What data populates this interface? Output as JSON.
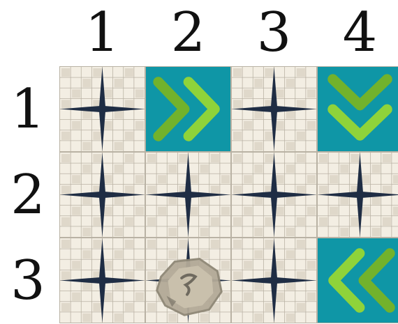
{
  "columns": [
    "1",
    "2",
    "3",
    "4"
  ],
  "rows": [
    "1",
    "2",
    "3"
  ],
  "colors": {
    "tile_base": "#f3eee3",
    "tile_check": "#d8d0c2",
    "tile_grid": "#b9b2a4",
    "star": "#1f2d44",
    "arrow_bg": "#0f96a6",
    "arrow_dark": "#72b22c",
    "arrow_light": "#8fd33a",
    "rock": "#b3aa98"
  },
  "grid": [
    [
      {
        "type": "floor"
      },
      {
        "type": "arrow",
        "direction": "right"
      },
      {
        "type": "floor"
      },
      {
        "type": "arrow",
        "direction": "down"
      }
    ],
    [
      {
        "type": "floor"
      },
      {
        "type": "floor"
      },
      {
        "type": "floor"
      },
      {
        "type": "floor"
      }
    ],
    [
      {
        "type": "floor"
      },
      {
        "type": "rock"
      },
      {
        "type": "floor"
      },
      {
        "type": "arrow",
        "direction": "left"
      }
    ]
  ]
}
